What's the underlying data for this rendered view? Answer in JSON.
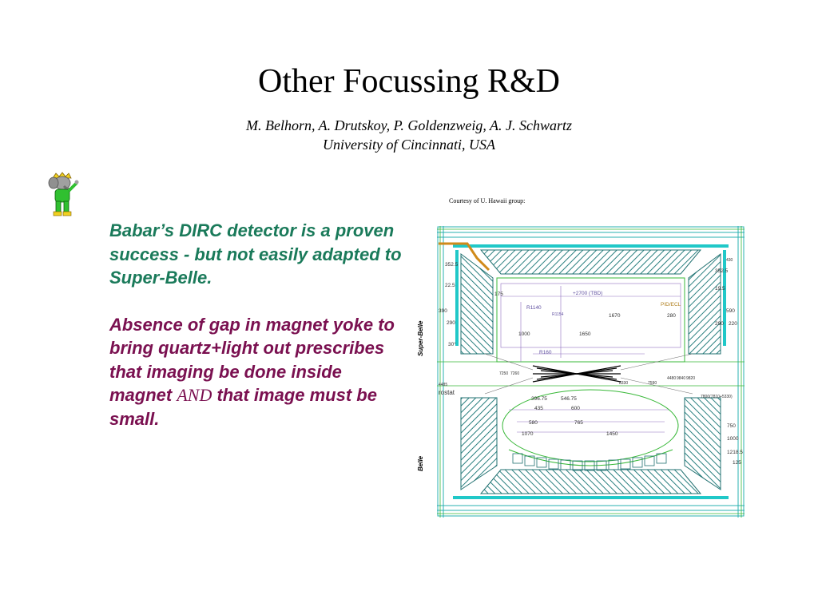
{
  "slide": {
    "title": "Other Focussing R&D",
    "authors": "M. Belhorn, A. Drutskoy, P. Goldenzweig, A. J. Schwartz",
    "affiliation": "University of Cincinnati, USA"
  },
  "figure": {
    "courtesy": "Courtesy of U. Hawaii group:",
    "label_top": "Super-Belle",
    "label_bottom": "Belle",
    "dims": {
      "d3525_l": "352.5",
      "d225": "22.5",
      "d175": "175",
      "d390": "390",
      "d290_l": "290",
      "d30": "30°",
      "d4485": "4485",
      "rostat": "rostat",
      "d3525_r": "352.5",
      "d195": "19.5",
      "d430": "430",
      "d590": "590",
      "d290_r": "290",
      "d220": "220",
      "d2700": "+2700 (TBD)",
      "r1140": "R1140",
      "r1154": "R1154",
      "pid": "PID/ECL",
      "d1670": "1670",
      "d280": "280",
      "d1000": "1000",
      "d1650": "1650",
      "r160": "R160",
      "d7250": "7250",
      "d7260": "7260",
      "d8330": "8330",
      "d7590": "7590",
      "d4480": "4480",
      "d9840": "9840",
      "d9820": "9820",
      "d7800": "7800(7810+5330)",
      "d39675": "396.75",
      "d54675": "546.75",
      "d435": "435",
      "d600": "600",
      "d580": "580",
      "d765": "765",
      "d1070": "1070",
      "d1450": "1450",
      "d750": "750",
      "d1000b": "1000",
      "d12185": "1218.5",
      "d125": "125"
    }
  },
  "body": {
    "p1": "Babar’s DIRC detector is a proven success  - but not easily adapted to Super-Belle.",
    "p2_before": "Absence of gap in magnet yoke to bring quartz+light out prescribes that imaging be done inside magnet ",
    "p2_and": "AND",
    "p2_after": " that image must be small."
  },
  "colors": {
    "p1_text": "#1a7a5a",
    "p2_text": "#7a1050",
    "yoke": "#2ab0b0",
    "magnet_hatch": "#207070",
    "belle_outline": "#38b838",
    "beampipe_orange": "#d08a1a",
    "dims_purple": "#9070c0"
  }
}
